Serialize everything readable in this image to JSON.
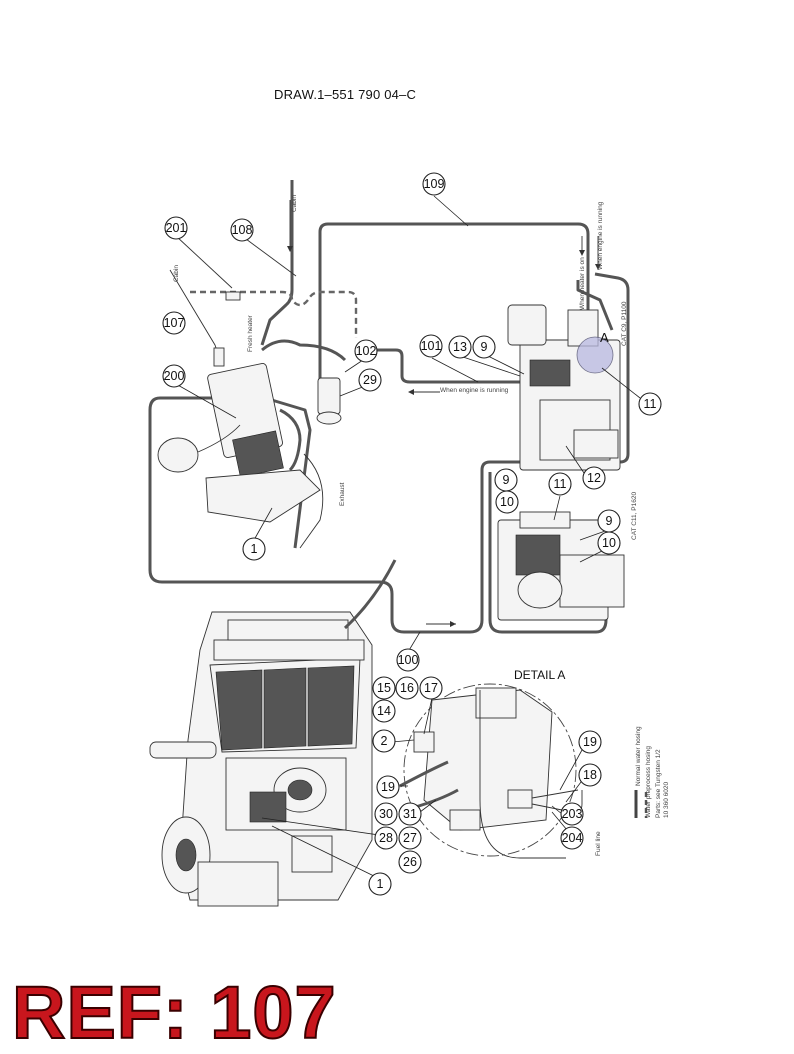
{
  "drawing_number": "DRAW.1–551 790 04–C",
  "detail_label": "DETAIL A",
  "ref_label": "REF: 107",
  "callout_A": "A",
  "annotations": {
    "when_engine_running_top": "When engine is running",
    "when_engine_running_mid": "When engine is running",
    "when_heater_on": "When heater is on",
    "cabin_top": "Cabin",
    "cabin_left": "Cabin",
    "exhaust": "Exhaust",
    "fresh_air": "Fresh heater",
    "cat_c9": "CAT C9, P1100",
    "cat_c11": "CAT C11, P1620",
    "fuel_line": "Fuel line"
  },
  "legend": {
    "normal": "Normal water hosing",
    "preprocess": "Water preprocess hosing",
    "note_1": "Parts: see Tungsten 1/2",
    "note_2": "10 360 6020"
  },
  "callouts": [
    {
      "id": "b109",
      "label": "109"
    },
    {
      "id": "b201",
      "label": "201"
    },
    {
      "id": "b108",
      "label": "108"
    },
    {
      "id": "b107",
      "label": "107"
    },
    {
      "id": "b102",
      "label": "102"
    },
    {
      "id": "b29",
      "label": "29"
    },
    {
      "id": "b101",
      "label": "101"
    },
    {
      "id": "b13",
      "label": "13"
    },
    {
      "id": "b9a",
      "label": "9"
    },
    {
      "id": "b11a",
      "label": "11"
    },
    {
      "id": "b200",
      "label": "200"
    },
    {
      "id": "b12",
      "label": "12"
    },
    {
      "id": "b9b",
      "label": "9"
    },
    {
      "id": "b10a",
      "label": "10"
    },
    {
      "id": "b11b",
      "label": "11"
    },
    {
      "id": "b9c",
      "label": "9"
    },
    {
      "id": "b10b",
      "label": "10"
    },
    {
      "id": "b1a",
      "label": "1"
    },
    {
      "id": "b100",
      "label": "100"
    },
    {
      "id": "b15",
      "label": "15"
    },
    {
      "id": "b16",
      "label": "16"
    },
    {
      "id": "b17",
      "label": "17"
    },
    {
      "id": "b14",
      "label": "14"
    },
    {
      "id": "b2",
      "label": "2"
    },
    {
      "id": "b19a",
      "label": "19"
    },
    {
      "id": "b19b",
      "label": "19"
    },
    {
      "id": "b18",
      "label": "18"
    },
    {
      "id": "b30",
      "label": "30"
    },
    {
      "id": "b31",
      "label": "31"
    },
    {
      "id": "b203",
      "label": "203"
    },
    {
      "id": "b28",
      "label": "28"
    },
    {
      "id": "b27",
      "label": "27"
    },
    {
      "id": "b204",
      "label": "204"
    },
    {
      "id": "b26",
      "label": "26"
    },
    {
      "id": "b1b",
      "label": "1"
    }
  ]
}
